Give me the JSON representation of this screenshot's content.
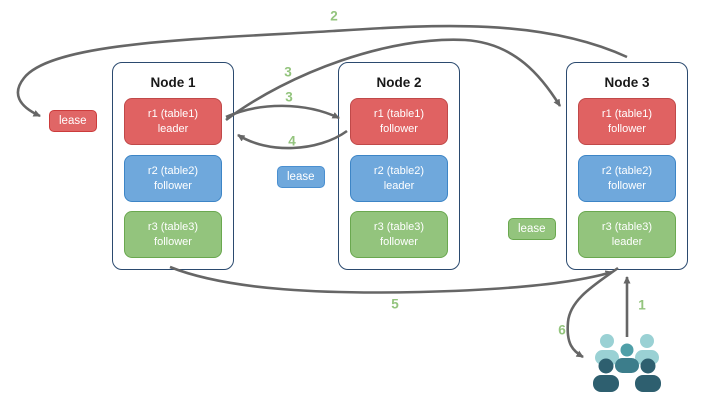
{
  "diagram": {
    "nodes": [
      {
        "title": "Node 1",
        "replicas": [
          {
            "name": "r1 (table1)",
            "role": "leader",
            "color": "#e06262"
          },
          {
            "name": "r2 (table2)",
            "role": "follower",
            "color": "#6fa8dc"
          },
          {
            "name": "r3 (table3)",
            "role": "follower",
            "color": "#93c47d"
          }
        ]
      },
      {
        "title": "Node 2",
        "replicas": [
          {
            "name": "r1 (table1)",
            "role": "follower",
            "color": "#e06262"
          },
          {
            "name": "r2 (table2)",
            "role": "leader",
            "color": "#6fa8dc"
          },
          {
            "name": "r3 (table3)",
            "role": "follower",
            "color": "#93c47d"
          }
        ]
      },
      {
        "title": "Node 3",
        "replicas": [
          {
            "name": "r1 (table1)",
            "role": "follower",
            "color": "#e06262"
          },
          {
            "name": "r2 (table2)",
            "role": "follower",
            "color": "#6fa8dc"
          },
          {
            "name": "r3 (table3)",
            "role": "leader",
            "color": "#93c47d"
          }
        ]
      }
    ],
    "leases": {
      "table1": {
        "label": "lease",
        "color": "#e06666"
      },
      "table2": {
        "label": "lease",
        "color": "#6fa8dc"
      },
      "table3": {
        "label": "lease",
        "color": "#93c47d"
      }
    },
    "step_labels": {
      "s1": "1",
      "s2": "2",
      "s3a": "3",
      "s3b": "3",
      "s4": "4",
      "s5": "5",
      "s6": "6"
    },
    "icons": {
      "users": "users-group-icon"
    },
    "colors": {
      "node_border": "#2b4a6f",
      "arrow": "#666666",
      "step_label": "#93c47d",
      "users_light": "#9ad1d4",
      "users_mid": "#4f9fa8",
      "users_dark": "#2e5f6f"
    }
  }
}
